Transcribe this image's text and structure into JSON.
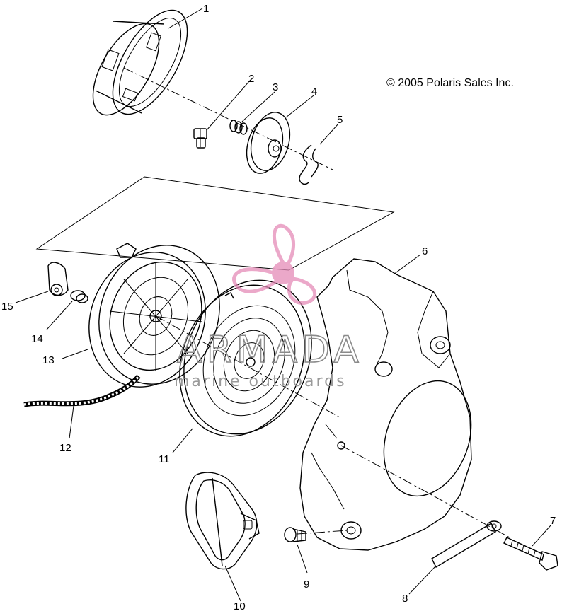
{
  "copyright": "© 2005 Polaris Sales Inc.",
  "watermark": {
    "brand": "ARMADA",
    "tagline": "marine outboards",
    "color": "#e58bb8"
  },
  "callouts": [
    "1",
    "2",
    "3",
    "4",
    "5",
    "6",
    "7",
    "8",
    "9",
    "10",
    "11",
    "12",
    "13",
    "14",
    "15"
  ]
}
